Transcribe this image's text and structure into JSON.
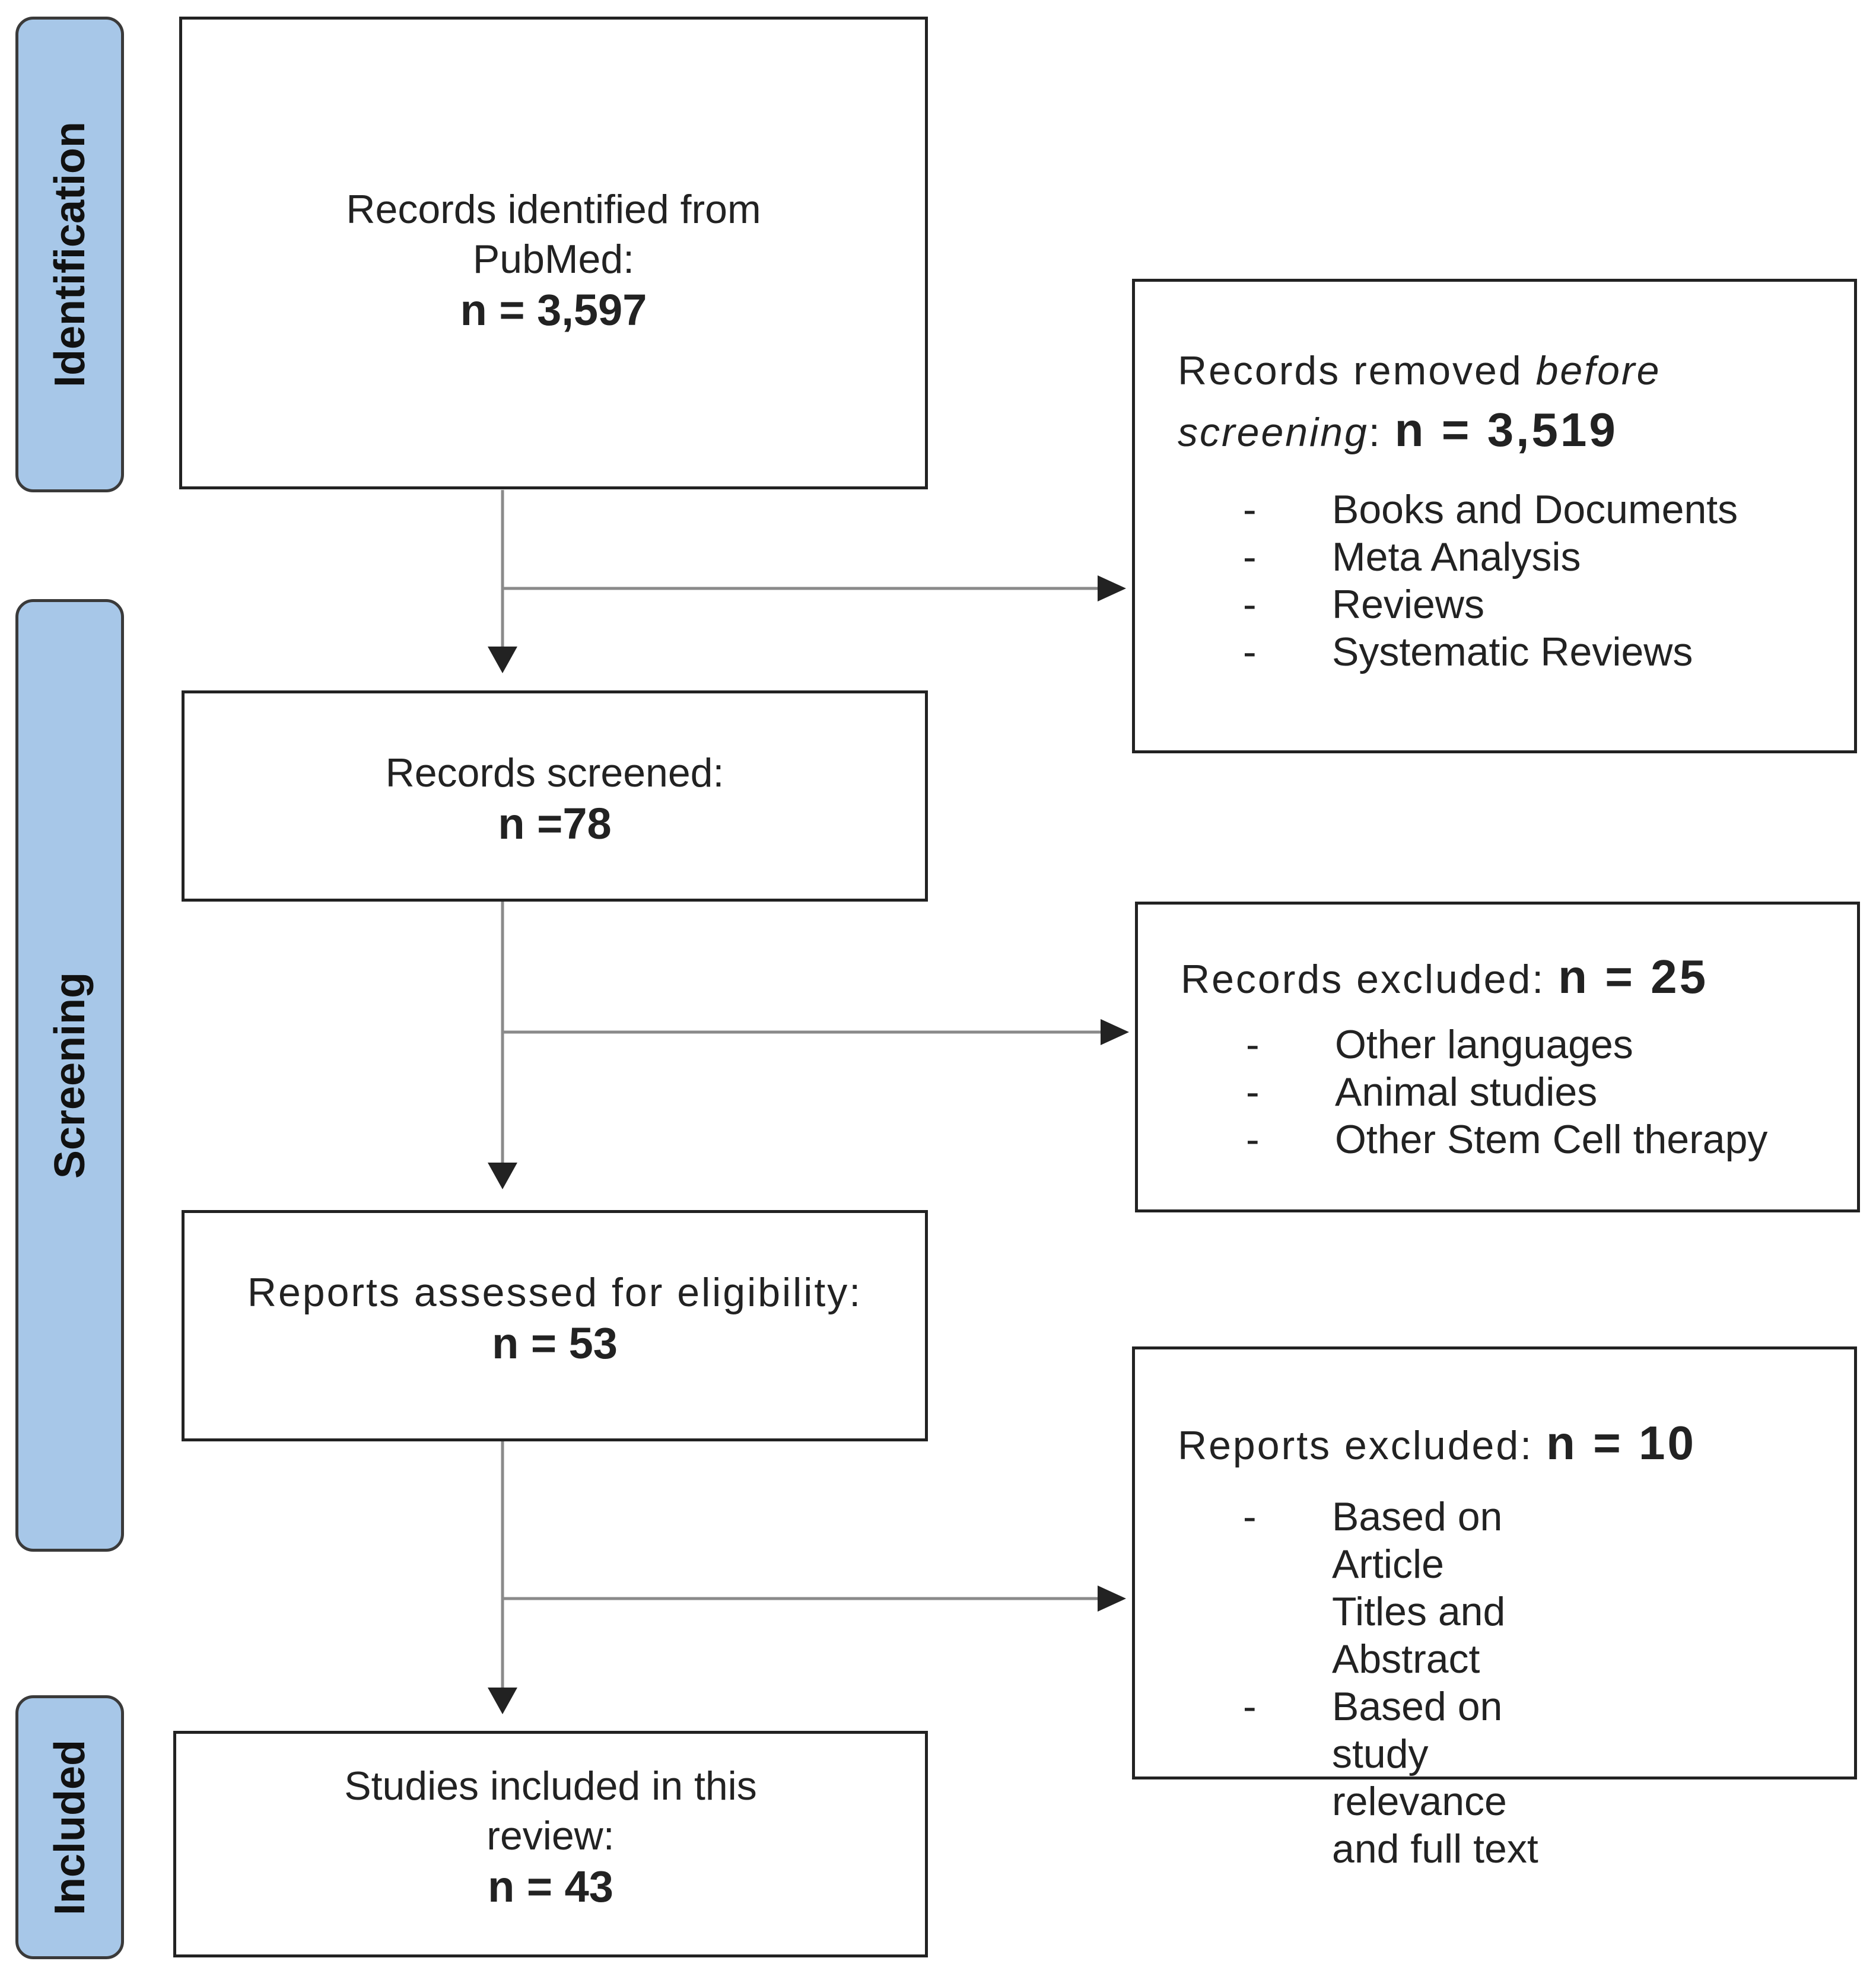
{
  "phases": {
    "identification": "Identification",
    "screening": "Screening",
    "included": "Included"
  },
  "identified": {
    "line1": "Records identified from",
    "line2": "PubMed:",
    "count": "n = 3,597"
  },
  "removed": {
    "label": "Records removed",
    "label_italic_1": "before",
    "label_italic_2": "screening",
    "colon": ":",
    "count": "n = 3,519",
    "items": [
      "Books and Documents",
      "Meta Analysis",
      "Reviews",
      "Systematic Reviews"
    ]
  },
  "screened": {
    "line1": "Records screened:",
    "count": "n =78"
  },
  "excluded": {
    "label": "Records excluded:",
    "count": "n = 25",
    "items": [
      "Other languages",
      "Animal studies",
      "Other Stem Cell therapy"
    ]
  },
  "assessed": {
    "line1": "Reports assessed for eligibility:",
    "count": "n = 53"
  },
  "reports_excluded": {
    "label": "Reports excluded:",
    "count": "n = 10",
    "items": [
      "Based on Article Titles and Abstract",
      "Based on study relevance and full text"
    ]
  },
  "included": {
    "line1": "Studies included in this",
    "line2": "review:",
    "count": "n = 43"
  },
  "colors": {
    "phase_fill": "#a7c7e8",
    "border": "#222222",
    "connector": "#8a8a8a",
    "arrowhead": "#222222"
  }
}
